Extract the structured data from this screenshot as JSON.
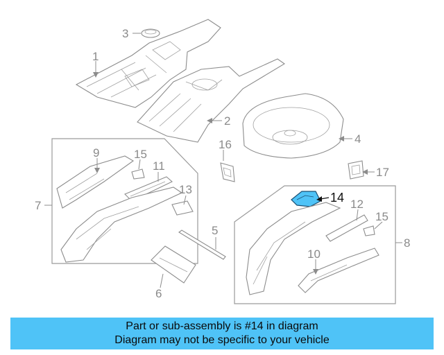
{
  "diagram": {
    "highlight_color": "#4fc3f7",
    "callouts": {
      "c1": "1",
      "c2": "2",
      "c3": "3",
      "c4": "4",
      "c5": "5",
      "c6": "6",
      "c7": "7",
      "c8": "8",
      "c9": "9",
      "c10": "10",
      "c11": "11",
      "c12": "12",
      "c13": "13",
      "c14": "14",
      "c15a": "15",
      "c15b": "15",
      "c16": "16",
      "c17": "17"
    },
    "highlighted_part": "14"
  },
  "banner": {
    "line1": "Part or sub-assembly is #14 in diagram",
    "line2": "Diagram may not be specific to your vehicle",
    "background": "#4fc3f7"
  }
}
